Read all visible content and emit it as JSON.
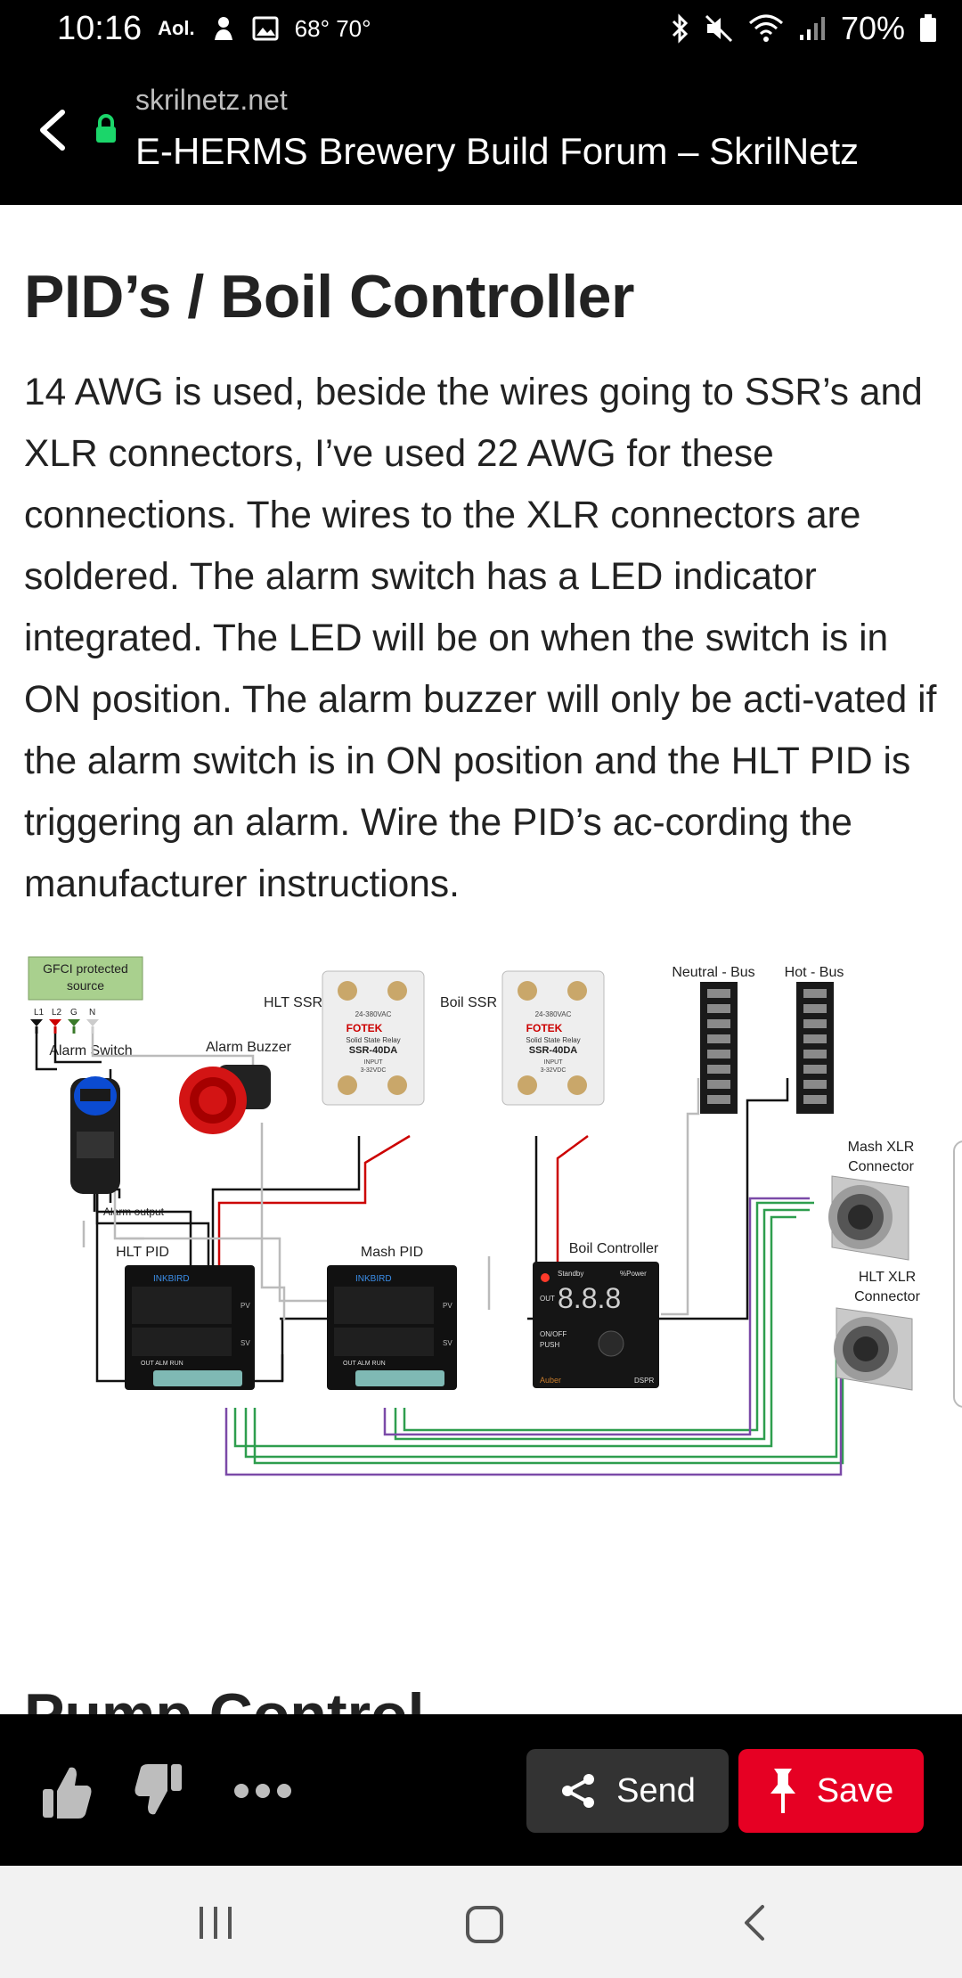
{
  "status_bar": {
    "time": "10:16",
    "carrier": "Aol.",
    "temps": "68°  70°",
    "battery": "70%"
  },
  "browser": {
    "url": "skrilnetz.net",
    "title": "E-HERMS Brewery Build Forum – SkrilNetz"
  },
  "article": {
    "heading": "PID’s / Boil Controller",
    "paragraph": "14 AWG is used, beside the wires going to SSR’s and XLR connectors, I’ve used 22 AWG for these connections. The wires to the XLR connectors are soldered. The alarm switch has a LED indicator integrated. The LED will be on when the switch is in ON position. The alarm buzzer will only be acti-vated if the alarm switch is in ON position and the HLT PID is triggering an alarm. Wire the PID’s ac-cording the manufacturer instructions.",
    "next_heading": "Pump Control",
    "diagram": {
      "gfci_line1": "GFCI protected",
      "gfci_line2": "source",
      "terminal_l1": "L1",
      "terminal_l2": "L2",
      "terminal_g": "G",
      "terminal_n": "N",
      "alarm_switch": "Alarm Switch",
      "alarm_buzzer": "Alarm Buzzer",
      "alarm_output": "Alarm output",
      "hlt_ssr": "HLT SSR",
      "boil_ssr": "Boil SSR",
      "neutral_bus": "Neutral - Bus",
      "hot_bus": "Hot - Bus",
      "mash_xlr_line1": "Mash XLR",
      "mash_xlr_line2": "Connector",
      "hlt_xlr_line1": "HLT XLR",
      "hlt_xlr_line2": "Connector",
      "hlt_pid": "HLT PID",
      "mash_pid": "Mash PID",
      "boil_controller": "Boil Controller",
      "ssr_brand": "FOTEK",
      "ssr_model": "SSR-40DA",
      "ssr_rating": "24-380VAC",
      "ssr_type": "Solid State Relay",
      "ssr_input": "INPUT",
      "ssr_input_v": "3-32VDC",
      "pid_brand": "INKBIRD",
      "pid_pv": "PV",
      "pid_sv": "SV",
      "pid_keys": "OUT   ALM   RUN",
      "boil_standby": "Standby",
      "boil_power": "%Power",
      "boil_display": "8.8.8",
      "boil_onoff": "ON/OFF",
      "boil_push": "PUSH",
      "boil_brand": "Auber",
      "boil_model": "DSPR",
      "boil_out": "OUT"
    }
  },
  "actions": {
    "send_label": "Send",
    "save_label": "Save"
  },
  "colors": {
    "save": "#e60023",
    "send": "#333333",
    "gfci_box": "#a9d08e"
  }
}
